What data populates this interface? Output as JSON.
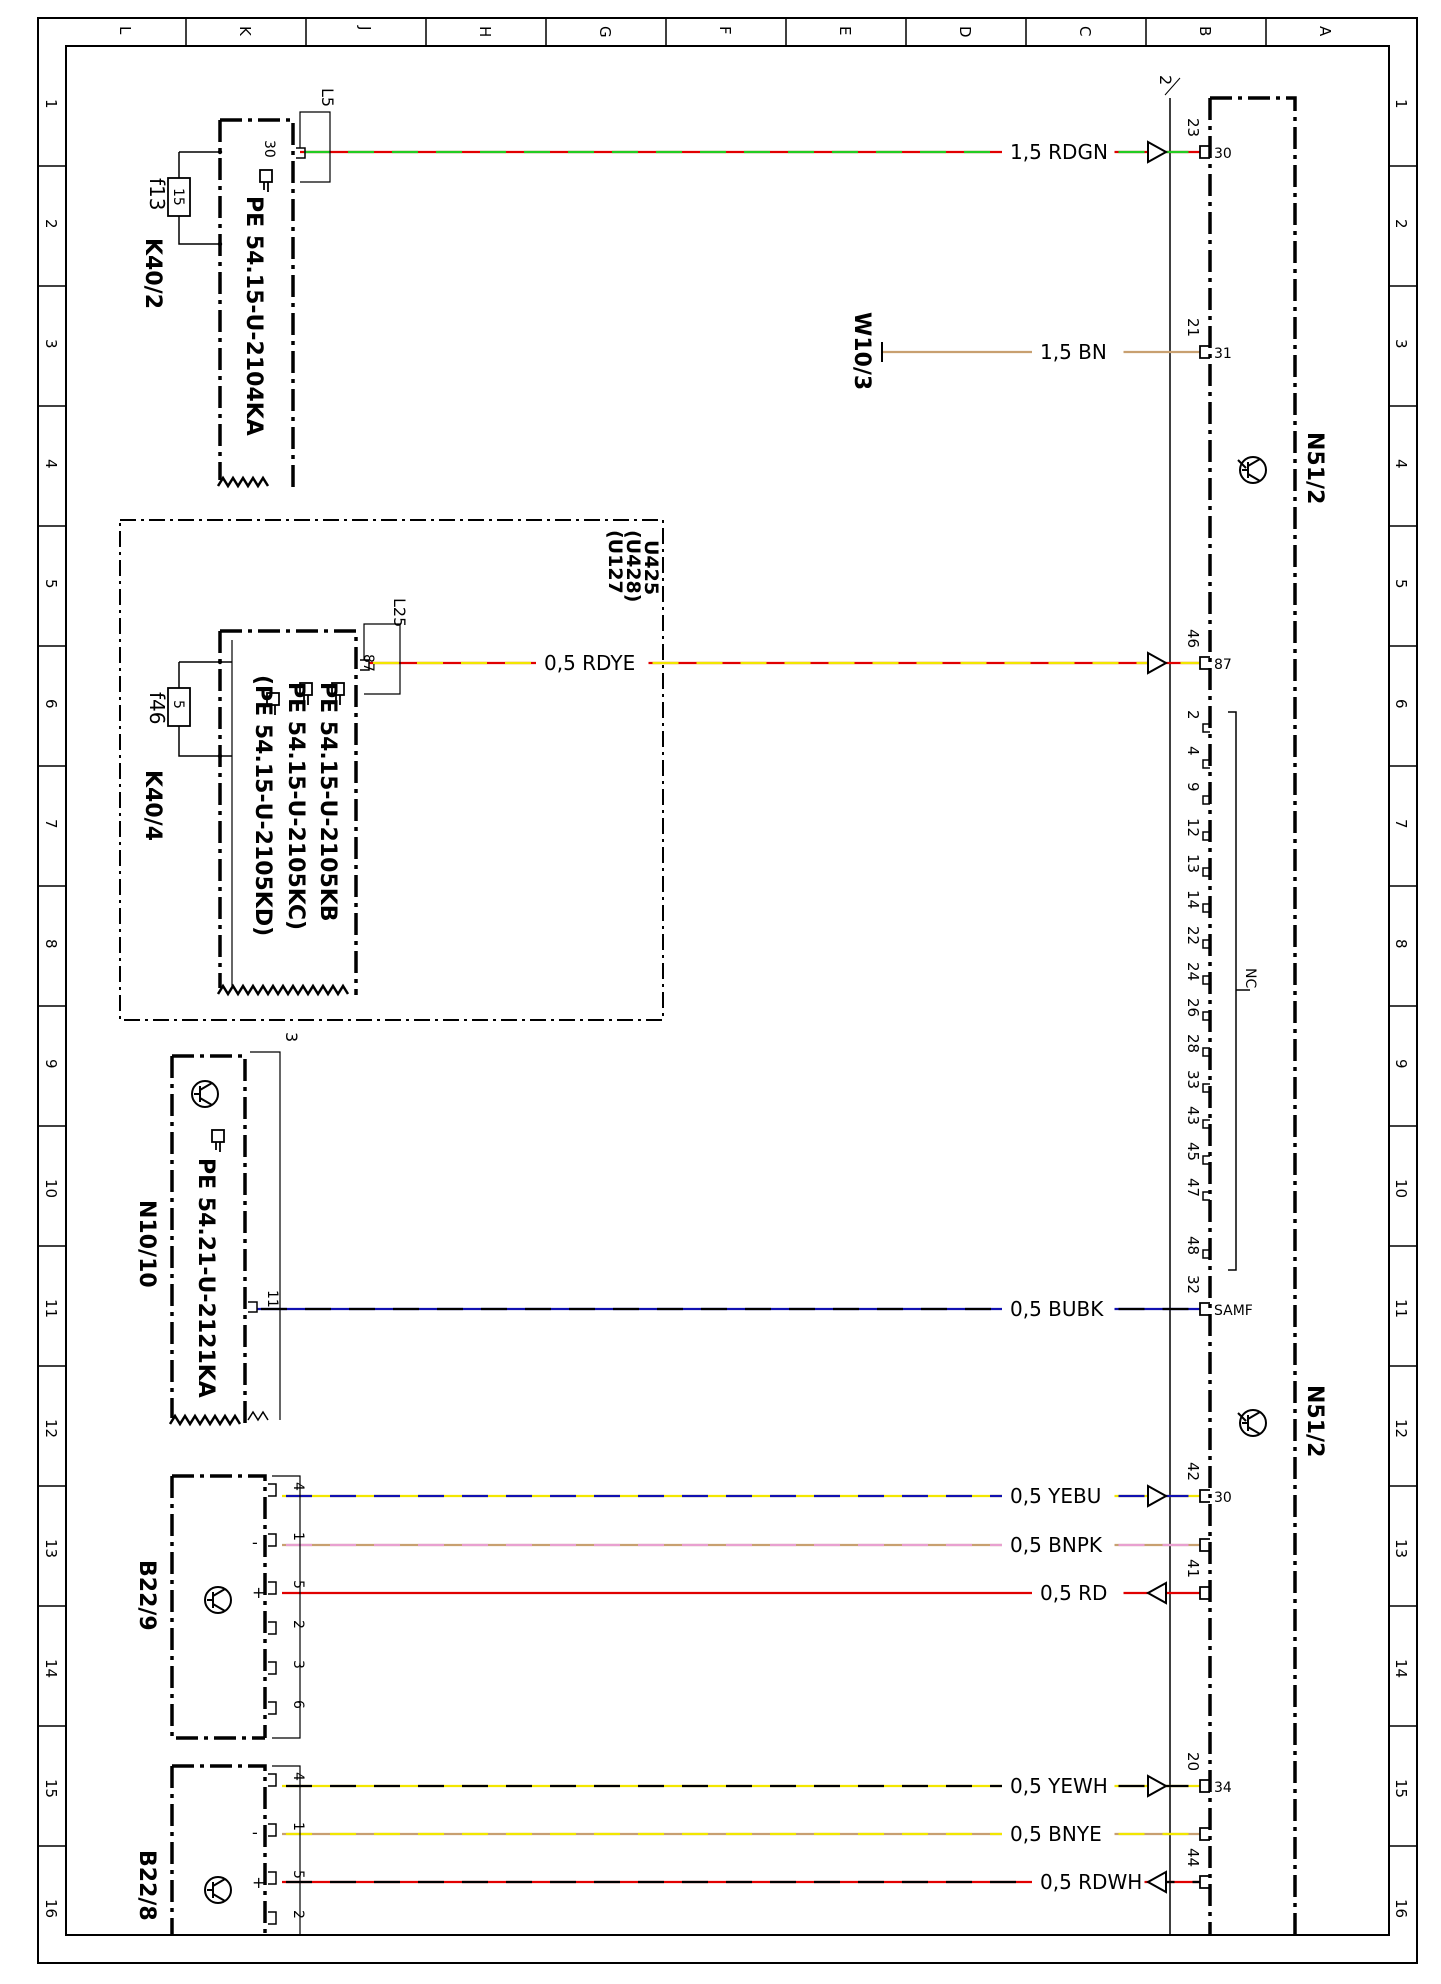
{
  "frame": {
    "columns": [
      "L",
      "K",
      "J",
      "H",
      "G",
      "F",
      "E",
      "D",
      "C",
      "B",
      "A"
    ],
    "rows": [
      "1",
      "2",
      "3",
      "4",
      "5",
      "6",
      "7",
      "8",
      "9",
      "10",
      "11",
      "12",
      "13",
      "14",
      "15",
      "16"
    ]
  },
  "colors": {
    "RD": "#e00000",
    "GN": "#22cc22",
    "BN": "#c8a070",
    "YE": "#f2e600",
    "BU": "#1010b0",
    "BK": "#000000",
    "PK": "#e8a0d0",
    "WH": "#ffffff"
  },
  "components": {
    "N51_2": {
      "label": "N51/2",
      "label2": "N51/2",
      "conn": "2"
    },
    "K40_2": {
      "label": "K40/2",
      "fuse": "15",
      "fuse_ref": "f13",
      "pin": "30",
      "conn": "L5",
      "pe": "PE  54.15-U-2104KA"
    },
    "W10_3": {
      "label": "W10/3"
    },
    "U_group": {
      "lines": [
        "U425",
        "(U428)",
        "(U127"
      ]
    },
    "K40_4": {
      "label": "K40/4",
      "fuse": "5",
      "fuse_ref": "f46",
      "pin": "87",
      "conn": "L25",
      "pe": [
        "PE  54.15-U-2105KB",
        "PE  54.15-U-2105KC)",
        "(PE  54.15-U-2105KD)"
      ]
    },
    "N10_10": {
      "label": "N10/10",
      "pin": "11",
      "conn": "3",
      "pe": "PE  54.21-U-2121KA"
    },
    "B22_9": {
      "label": "B22/9",
      "pins": [
        "4",
        "1",
        "5",
        "2",
        "3",
        "6"
      ],
      "signs": [
        "-",
        "+"
      ]
    },
    "B22_8": {
      "label": "B22/8",
      "pins": [
        "4",
        "1",
        "5",
        "2"
      ],
      "signs": [
        "-",
        "+"
      ]
    }
  },
  "nc": {
    "label": "NC",
    "pins": [
      "2",
      "4",
      "9",
      "12",
      "13",
      "14",
      "22",
      "24",
      "26",
      "28",
      "33",
      "43",
      "45",
      "47",
      "48"
    ]
  },
  "wires": [
    {
      "id": "w30",
      "label": "1,5  RDGN",
      "pin": "23",
      "term": "30",
      "c1": "RD",
      "c2": "GN"
    },
    {
      "id": "w31",
      "label": "1,5  BN",
      "pin": "21",
      "term": "31",
      "c1": "BN",
      "c2": null
    },
    {
      "id": "w87",
      "label": "0,5  RDYE",
      "pin": "46",
      "term": "87",
      "c1": "RD",
      "c2": "YE"
    },
    {
      "id": "wsamf",
      "label": "0,5  BUBK",
      "pin": "32",
      "term": "SAMF",
      "c1": "BU",
      "c2": "BK"
    },
    {
      "id": "w9a",
      "label": "0,5  YEBU",
      "pin": "42",
      "term": "30",
      "c1": "YE",
      "c2": "BU"
    },
    {
      "id": "w9b",
      "label": "0,5  BNPK",
      "pin": "",
      "term": "",
      "c1": "BN",
      "c2": "PK"
    },
    {
      "id": "w9c",
      "label": "0,5  RD",
      "pin": "41",
      "term": "",
      "c1": "RD",
      "c2": null
    },
    {
      "id": "w8a",
      "label": "0,5  YEWH",
      "pin": "20",
      "term": "34",
      "c1": "YE",
      "c2": "BK"
    },
    {
      "id": "w8b",
      "label": "0,5  BNYE",
      "pin": "",
      "term": "",
      "c1": "BN",
      "c2": "YE"
    },
    {
      "id": "w8c",
      "label": "0,5  RDWH",
      "pin": "44",
      "term": "",
      "c1": "RD",
      "c2": "BK"
    }
  ]
}
